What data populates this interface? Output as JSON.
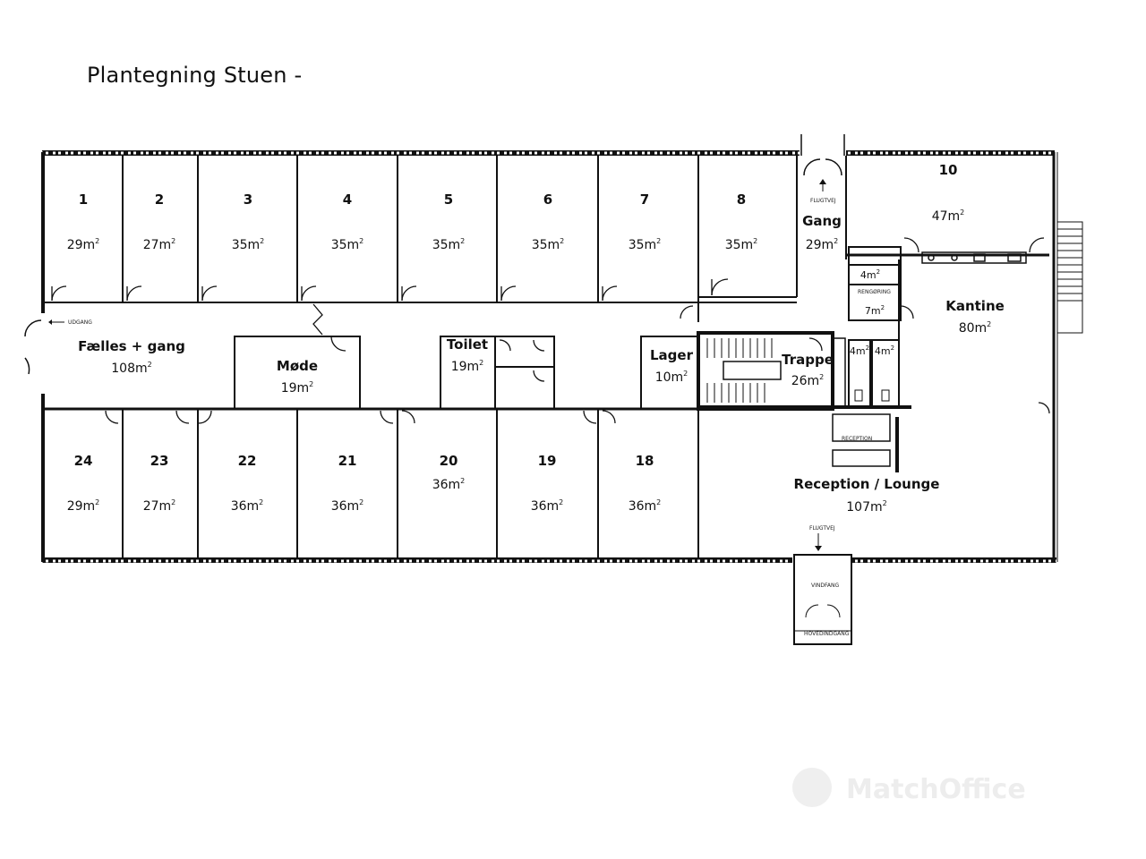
{
  "title": "Plantegning Stuen -",
  "rooms": [
    {
      "id": "r1",
      "number": "1",
      "area": "29m",
      "unit_sup": "2"
    },
    {
      "id": "r2",
      "number": "2",
      "area": "27m",
      "unit_sup": "2"
    },
    {
      "id": "r3",
      "number": "3",
      "area": "35m",
      "unit_sup": "2"
    },
    {
      "id": "r4",
      "number": "4",
      "area": "35m",
      "unit_sup": "2"
    },
    {
      "id": "r5",
      "number": "5",
      "area": "35m",
      "unit_sup": "2"
    },
    {
      "id": "r6",
      "number": "6",
      "area": "35m",
      "unit_sup": "2"
    },
    {
      "id": "r7",
      "number": "7",
      "area": "35m",
      "unit_sup": "2"
    },
    {
      "id": "r8",
      "number": "8",
      "area": "35m",
      "unit_sup": "2"
    },
    {
      "id": "r10",
      "number": "10",
      "area": "47m",
      "unit_sup": "2"
    },
    {
      "id": "r24",
      "number": "24",
      "area": "29m",
      "unit_sup": "2"
    },
    {
      "id": "r23",
      "number": "23",
      "area": "27m",
      "unit_sup": "2"
    },
    {
      "id": "r22",
      "number": "22",
      "area": "36m",
      "unit_sup": "2"
    },
    {
      "id": "r21",
      "number": "21",
      "area": "36m",
      "unit_sup": "2"
    },
    {
      "id": "r20",
      "number": "20",
      "area": "36m",
      "unit_sup": "2"
    },
    {
      "id": "r19",
      "number": "19",
      "area": "36m",
      "unit_sup": "2"
    },
    {
      "id": "r18",
      "number": "18",
      "area": "36m",
      "unit_sup": "2"
    }
  ],
  "named_rooms": [
    {
      "id": "gang",
      "name": "Gang",
      "area": "29m",
      "unit_sup": "2"
    },
    {
      "id": "faelles",
      "name": "Fælles + gang",
      "area": "108m",
      "unit_sup": "2"
    },
    {
      "id": "mode",
      "name": "Møde",
      "area": "19m",
      "unit_sup": "2"
    },
    {
      "id": "toilet",
      "name": "Toilet",
      "area": "19m",
      "unit_sup": "2"
    },
    {
      "id": "lager",
      "name": "Lager",
      "area": "10m",
      "unit_sup": "2"
    },
    {
      "id": "trappe",
      "name": "Trappe",
      "area": "26m",
      "unit_sup": "2"
    },
    {
      "id": "kantine",
      "name": "Kantine",
      "area": "80m",
      "unit_sup": "2"
    },
    {
      "id": "reception",
      "name": "Reception / Lounge",
      "area": "107m",
      "unit_sup": "2"
    }
  ],
  "small_areas": [
    {
      "id": "s4a",
      "area": "4m",
      "unit_sup": "2"
    },
    {
      "id": "s7",
      "area": "7m",
      "unit_sup": "2"
    },
    {
      "id": "s4b",
      "area": "4m",
      "unit_sup": "2"
    },
    {
      "id": "s4c",
      "area": "4m",
      "unit_sup": "2"
    }
  ],
  "annotations": {
    "reception_desk": "RECEPTION",
    "exit_top": "FLUGTVEJ",
    "exit_bottom": "FLUGTVEJ",
    "exit_left": "UDGANG",
    "cleaning": "RENGØRING",
    "windbreak": "VINDFANG",
    "entrance_label": "HOVEDINDGANG"
  },
  "watermark": "MatchOffice",
  "colors": {
    "wall": "#111111",
    "line": "#222222",
    "accent": "#2a7f9e",
    "watermark": "#ededed"
  }
}
